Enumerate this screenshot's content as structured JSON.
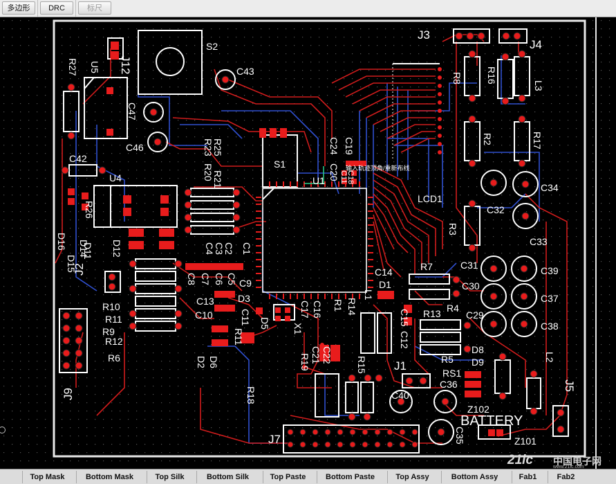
{
  "toolbar": {
    "polygon_label": "多边形",
    "drc_label": "DRC",
    "ruler_label": "标尺"
  },
  "board": {
    "designators": {
      "J12": "J12",
      "S2": "S2",
      "C43": "C43",
      "U5": "U5",
      "R27": "R27",
      "C47": "C47",
      "C46": "C46",
      "R23": "R23",
      "R25": "R25",
      "S1": "S1",
      "C24": "C24",
      "C19": "C19",
      "C20": "C20",
      "C11": "C11",
      "C18": "C18",
      "R20": "R20",
      "R21": "R21",
      "C42": "C42",
      "U4": "U4",
      "U1": "U1",
      "R26": "R26",
      "D16": "D16",
      "D14": "D14",
      "D12": "D12",
      "D15": "D15",
      "D11": "D11",
      "C4": "C4",
      "C3": "C3",
      "C2": "C2",
      "C1": "C1",
      "J3": "J3",
      "J4": "J4",
      "R8": "R8",
      "R16": "R16",
      "L3": "L3",
      "R2": "R2",
      "R17": "R17",
      "C34": "C34",
      "C32": "C32",
      "LCD1": "LCD1",
      "R3": "R3",
      "C33": "C33",
      "C31": "C31",
      "C39": "C39",
      "C30": "C30",
      "C37": "C37",
      "C29": "C29",
      "C38": "C38",
      "R7": "R7",
      "R4": "R4",
      "C14": "C14",
      "D1": "D1",
      "L1": "L1",
      "R13": "R13",
      "C15": "C15",
      "C12": "C12",
      "D8": "D8",
      "D9": "D9",
      "R5": "R5",
      "RS1": "RS1",
      "C36": "C36",
      "L2": "L2",
      "J5": "J5",
      "Z102": "Z102",
      "BATTERY": "BATTERY",
      "Z101": "Z101",
      "C35": "C35",
      "C40": "C40",
      "J1": "J1",
      "R15": "R15",
      "R19": "R19",
      "C21": "C21",
      "C22": "C22",
      "R1": "R1",
      "R14": "R14",
      "C17": "C17",
      "C16": "C16",
      "X1": "X1",
      "C11b": "C11",
      "D5": "D5",
      "R11b": "R11",
      "C8": "C8",
      "C7": "C7",
      "C6": "C6",
      "C5": "C5",
      "C9": "C9",
      "C13": "C13",
      "D3": "D3",
      "C10": "C10",
      "D2": "D2",
      "D6": "D6",
      "R10": "R10",
      "R11": "R11",
      "R9": "R9",
      "R12": "R12",
      "R6": "R6",
      "J2": "J2",
      "J9": "J9",
      "R18": "R18",
      "J7": "J7"
    },
    "note": "输入轨迹顶角/重新布线"
  },
  "layer_tabs": [
    "Top Mask",
    "Bottom Mask",
    "Top Silk",
    "Bottom Silk",
    "Top Paste",
    "Bottom Paste",
    "Top Assy",
    "Bottom Assy",
    "Fab1",
    "Fab2"
  ],
  "watermark": {
    "brand": "21ic",
    "site_cn": "中国电子网",
    "site_url": "www.21ic.com"
  },
  "colors": {
    "silk": "#ffffff",
    "top_copper": "#e02020",
    "bottom_copper": "#2f4fd0",
    "pad": "#e81c1c",
    "grid": "#5a5a5a",
    "background": "#000000"
  }
}
